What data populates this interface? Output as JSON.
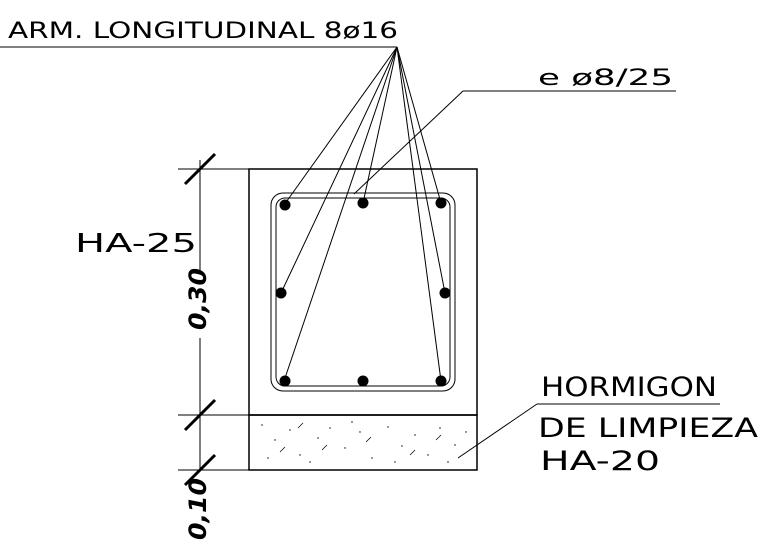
{
  "labels": {
    "longitudinal": "ARM. LONGITUDINAL 8ø16",
    "stirrup": "e ø8/25",
    "concrete": "HA-25",
    "dim_height": "0,30",
    "dim_base": "0,10",
    "lean_line1": "HORMIGON",
    "lean_line2": "DE LIMPIEZA",
    "lean_line3": "HA-20"
  },
  "colors": {
    "ink": "#000000",
    "background": "#ffffff"
  }
}
